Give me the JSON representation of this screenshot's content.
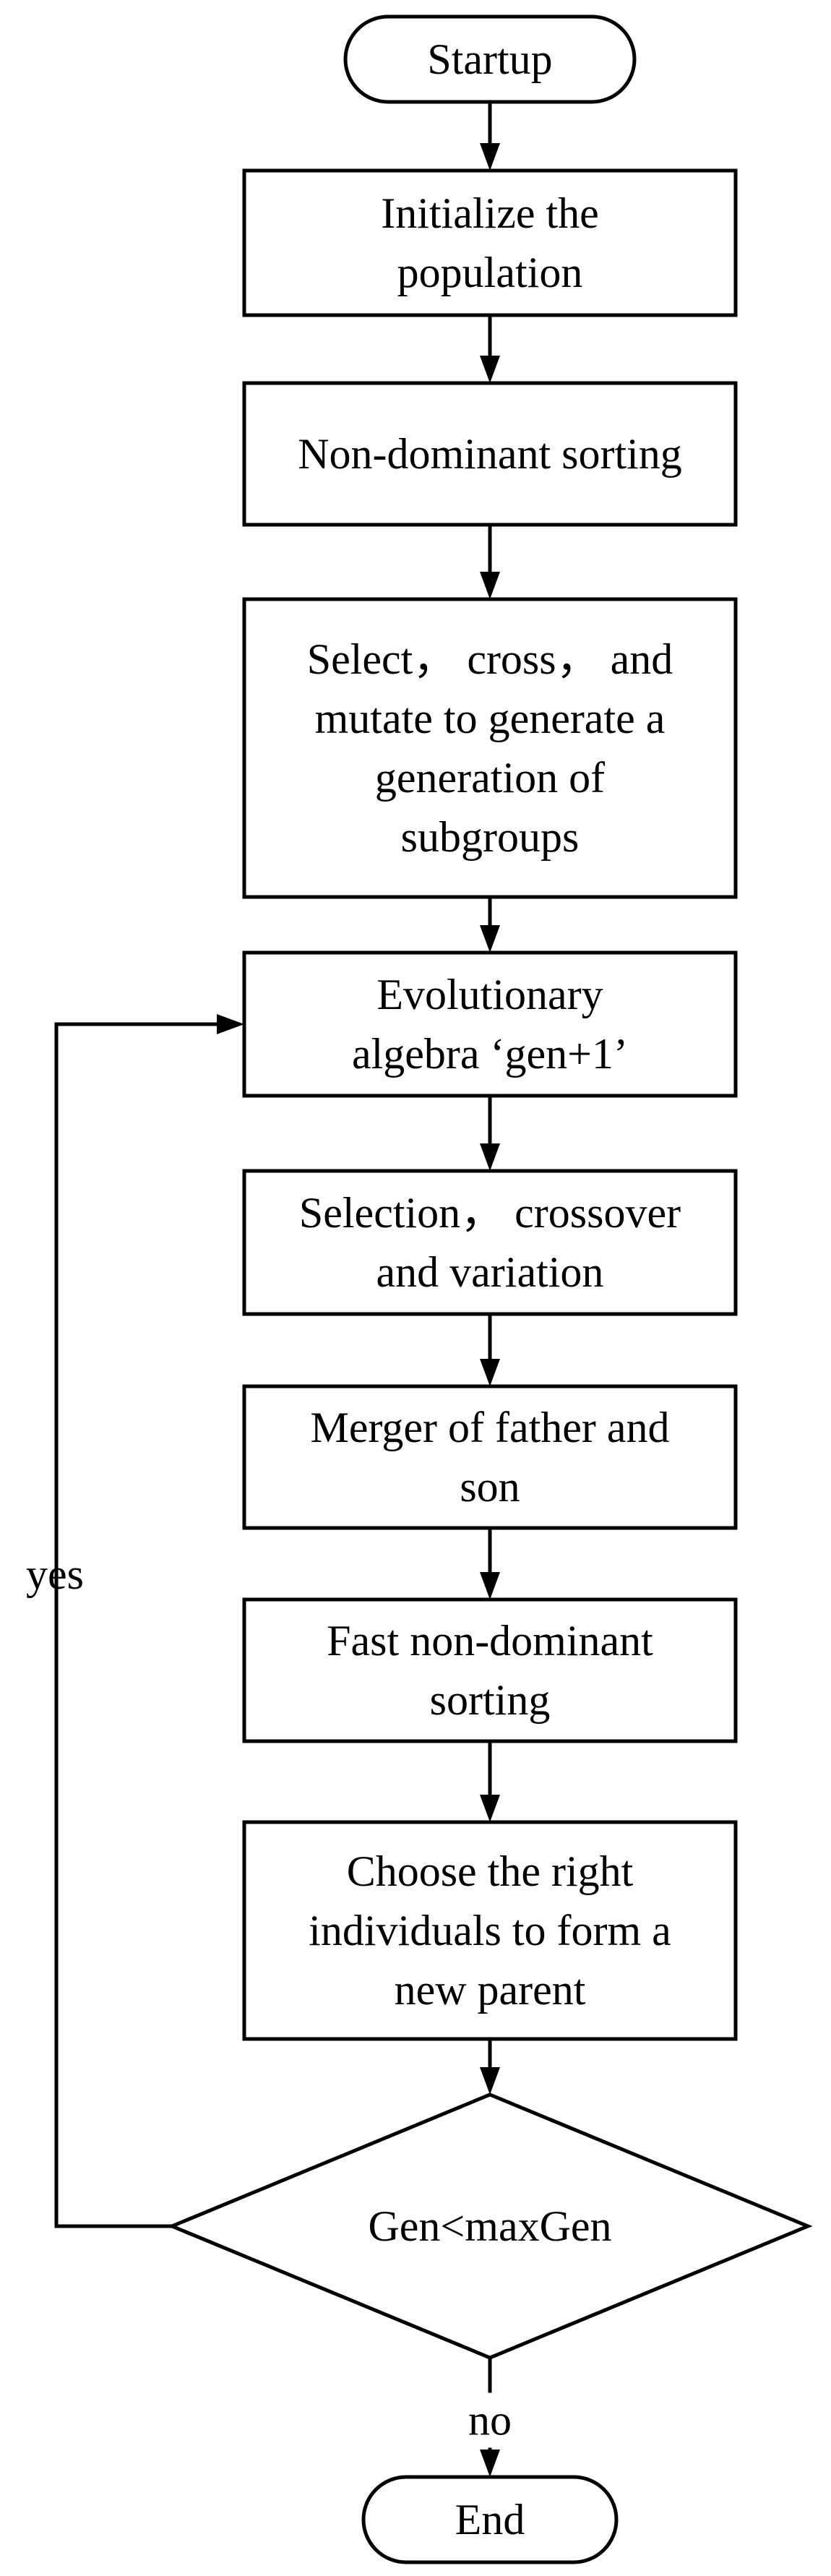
{
  "flowchart": {
    "nodes": [
      {
        "id": "startup",
        "shape": "terminal",
        "lines": [
          "Startup"
        ]
      },
      {
        "id": "initialize",
        "shape": "process",
        "lines": [
          "Initialize the",
          "population"
        ]
      },
      {
        "id": "non-dominant-sorting",
        "shape": "process",
        "lines": [
          "Non-dominant sorting"
        ]
      },
      {
        "id": "select-cross-mutate",
        "shape": "process",
        "lines": [
          "Select， cross， and",
          "mutate to generate a",
          "generation of",
          "subgroups"
        ]
      },
      {
        "id": "evolutionary-algebra",
        "shape": "process",
        "lines": [
          "Evolutionary",
          "algebra ‘gen+1’"
        ]
      },
      {
        "id": "selection-crossover",
        "shape": "process",
        "lines": [
          "Selection， crossover",
          "and variation"
        ]
      },
      {
        "id": "merger",
        "shape": "process",
        "lines": [
          "Merger of father and",
          "son"
        ]
      },
      {
        "id": "fast-non-dominant-sorting",
        "shape": "process",
        "lines": [
          "Fast non-dominant",
          "sorting"
        ]
      },
      {
        "id": "choose-individuals",
        "shape": "process",
        "lines": [
          "Choose the right",
          "individuals to form a",
          "new parent"
        ]
      },
      {
        "id": "gen-check",
        "shape": "decision",
        "lines": [
          "Gen<maxGen"
        ]
      },
      {
        "id": "end",
        "shape": "terminal",
        "lines": [
          "End"
        ]
      }
    ],
    "edges": [
      {
        "from": "startup",
        "to": "initialize",
        "label": ""
      },
      {
        "from": "initialize",
        "to": "non-dominant-sorting",
        "label": ""
      },
      {
        "from": "non-dominant-sorting",
        "to": "select-cross-mutate",
        "label": ""
      },
      {
        "from": "select-cross-mutate",
        "to": "evolutionary-algebra",
        "label": ""
      },
      {
        "from": "evolutionary-algebra",
        "to": "selection-crossover",
        "label": ""
      },
      {
        "from": "selection-crossover",
        "to": "merger",
        "label": ""
      },
      {
        "from": "merger",
        "to": "fast-non-dominant-sorting",
        "label": ""
      },
      {
        "from": "fast-non-dominant-sorting",
        "to": "choose-individuals",
        "label": ""
      },
      {
        "from": "choose-individuals",
        "to": "gen-check",
        "label": ""
      },
      {
        "from": "gen-check",
        "to": "evolutionary-algebra",
        "label": "yes"
      },
      {
        "from": "gen-check",
        "to": "end",
        "label": "no"
      }
    ]
  }
}
